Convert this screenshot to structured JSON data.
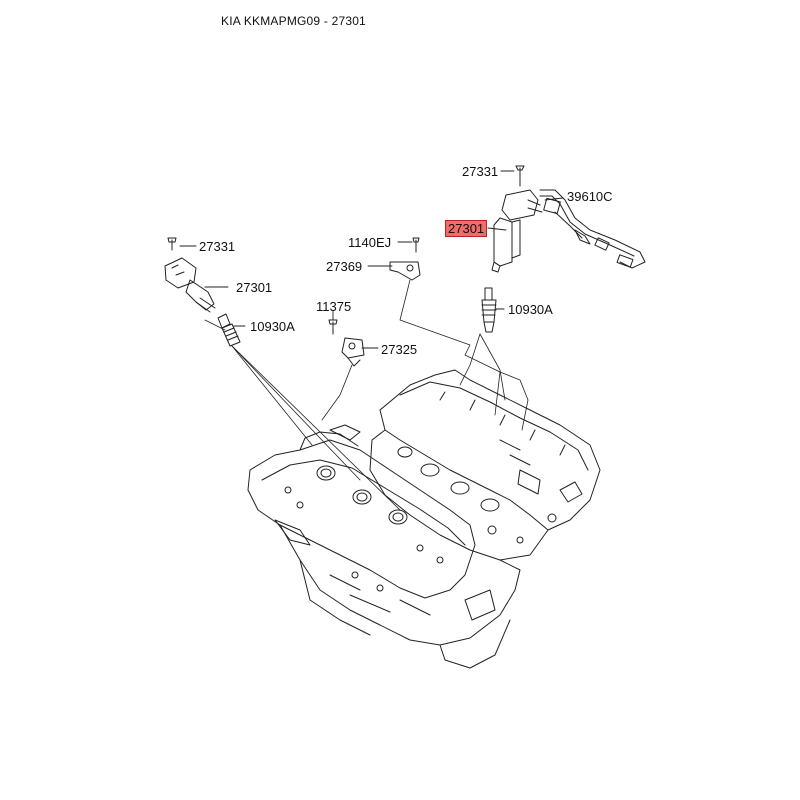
{
  "header": {
    "title": "KIA KKMAPMG09 - 27301"
  },
  "callouts": {
    "coil_right_bolt": "27331",
    "harness": "39610C",
    "coil_right_selected": "27301",
    "bolt_bracket": "1140EJ",
    "bracket": "27369",
    "coil_left_bolt": "27331",
    "coil_left": "27301",
    "plug_right": "10930A",
    "sensor_bolt": "11375",
    "sensor": "27325",
    "plug_left": "10930A"
  },
  "colors": {
    "highlight": "#f26b6b",
    "line": "#222222"
  }
}
